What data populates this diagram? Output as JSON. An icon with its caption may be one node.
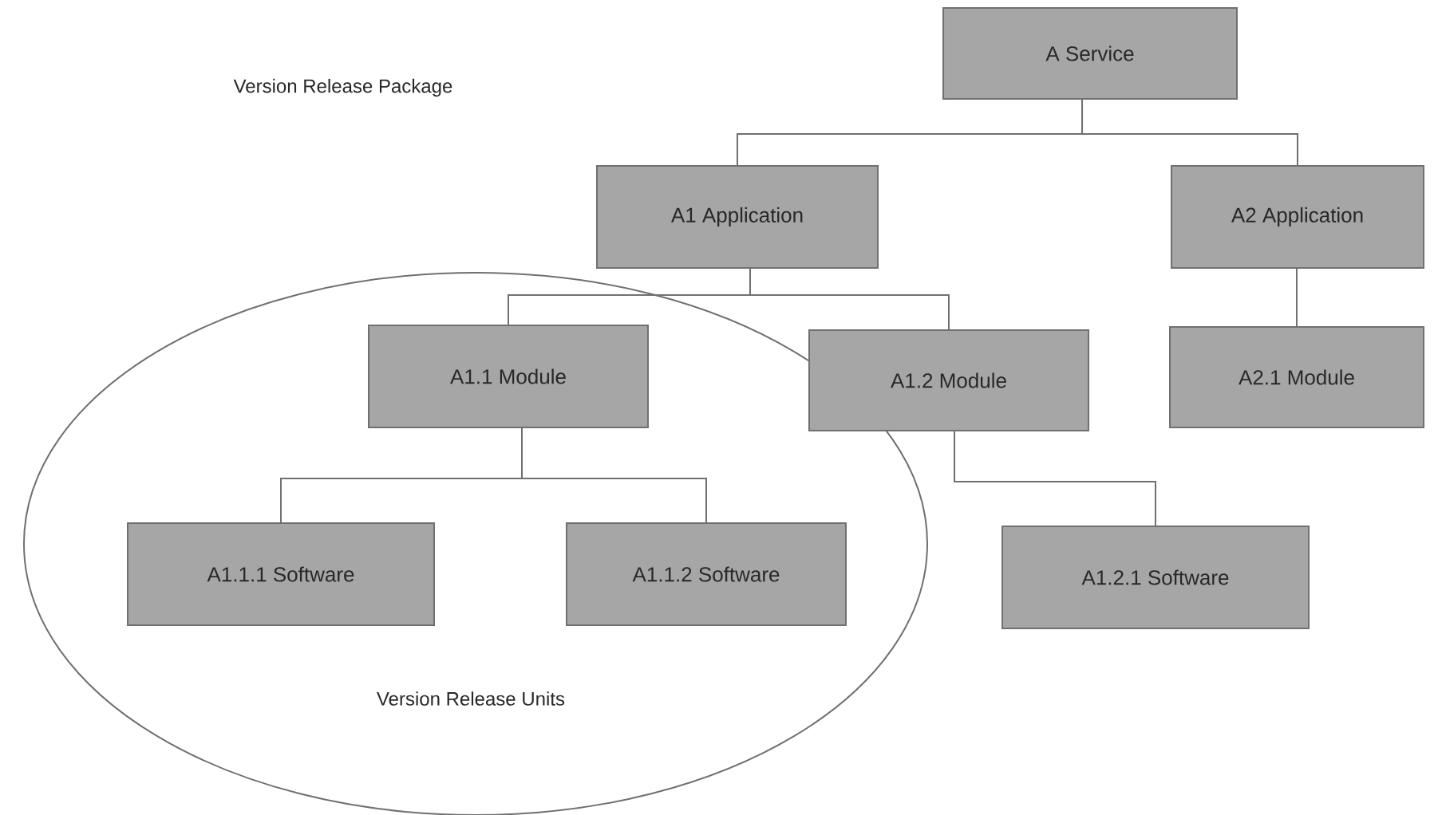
{
  "diagram": {
    "nodes": [
      {
        "text": [
          "A Service"
        ]
      },
      {
        "text": [
          "A1 Application"
        ]
      },
      {
        "text": [
          "A2 Application"
        ]
      },
      {
        "text": [
          "Version Release Units"
        ]
      },
      {
        "text": [
          "A1.1 Module"
        ],
        "in": 3
      },
      {
        "text": [
          "A1.2 Module"
        ]
      },
      {
        "text": [
          "A2.1 Module"
        ]
      },
      {
        "text": [
          "A1.1.1 Software"
        ],
        "in": 3
      },
      {
        "text": [
          "A1.1.2 Software"
        ],
        "in": 3
      },
      {
        "text": [
          "A1.2.1 Software"
        ]
      }
    ],
    "edges": [
      {
        "from": 0,
        "to": 1,
        "arrow": "none"
      },
      {
        "from": 0,
        "to": 2,
        "arrow": "none"
      },
      {
        "from": 1,
        "to": 4,
        "arrow": "none"
      },
      {
        "from": 1,
        "to": 5,
        "arrow": "none"
      },
      {
        "from": 2,
        "to": 6,
        "arrow": "none"
      },
      {
        "from": 4,
        "to": 7,
        "arrow": "none"
      },
      {
        "from": 4,
        "to": 8,
        "arrow": "none"
      },
      {
        "from": 5,
        "to": 9,
        "arrow": "none"
      }
    ],
    "labels": [
      "Version Release Package"
    ]
  }
}
